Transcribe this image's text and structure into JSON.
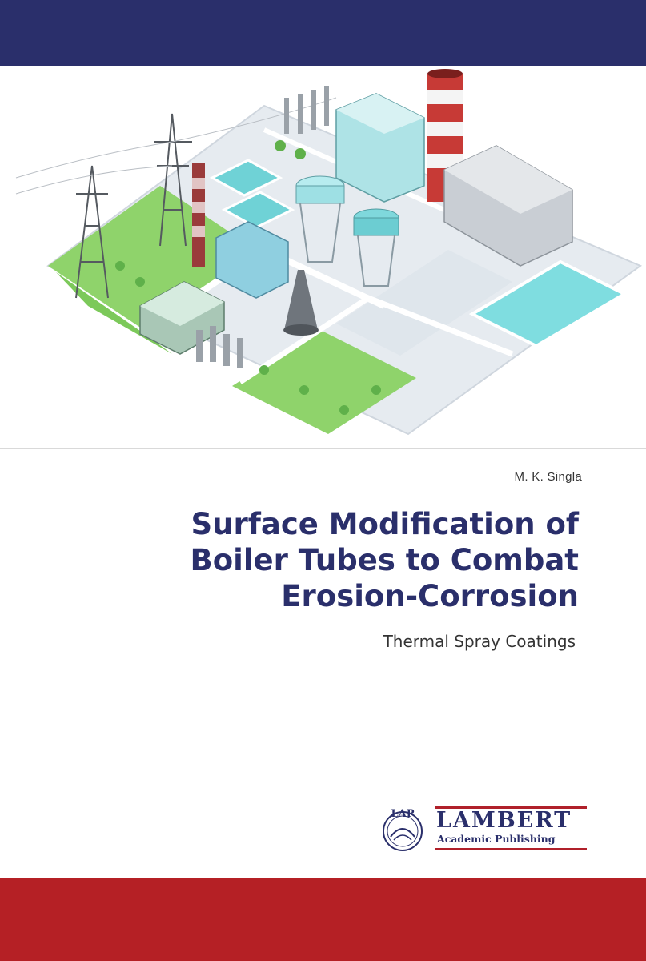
{
  "cover": {
    "author": "M. K. Singla",
    "title_lines": [
      "Surface Modification of",
      "Boiler Tubes to Combat",
      "Erosion-Corrosion"
    ],
    "subtitle": "Thermal Spray Coatings"
  },
  "publisher": {
    "logo_mark": "LAP",
    "name": "LAMBERT",
    "tagline": "Academic Publishing"
  },
  "colors": {
    "top_band": "#2a2f6b",
    "bottom_band": "#b52025",
    "title": "#2a2f6b",
    "publisher_rule": "#b0202a"
  },
  "illustration": {
    "subject": "isometric power plant"
  }
}
